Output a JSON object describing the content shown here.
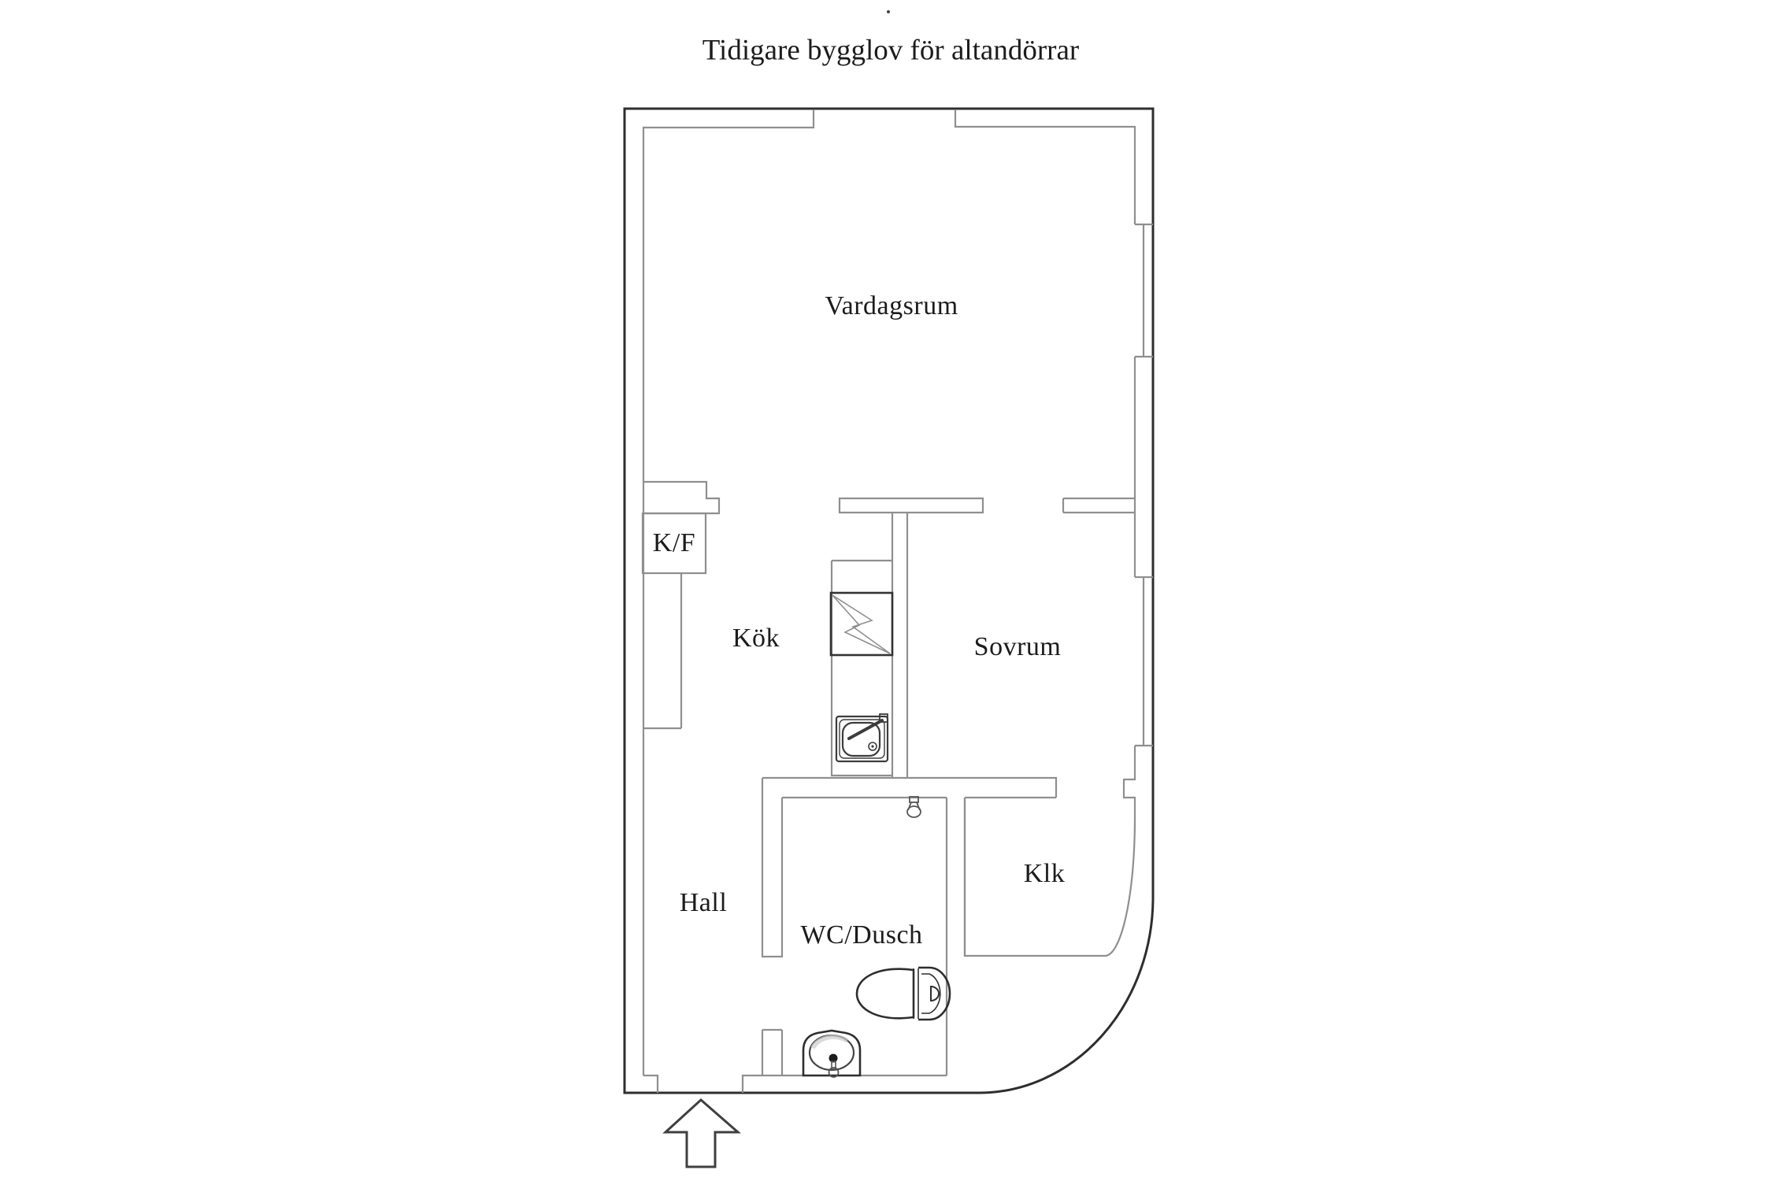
{
  "title": "Tidigare bygglov för altandörrar",
  "plan": {
    "rooms": {
      "vardagsrum": {
        "label": "Vardagsrum"
      },
      "kok": {
        "label": "Kök"
      },
      "sovrum": {
        "label": "Sovrum"
      },
      "hall": {
        "label": "Hall"
      },
      "wc_dusch": {
        "label": "WC/Dusch"
      },
      "klk": {
        "label": "Klk"
      },
      "kf": {
        "label": "K/F"
      }
    },
    "fixtures": [
      "stove-icon",
      "kitchen-sink-icon",
      "toilet-icon",
      "washbasin-icon",
      "ceiling-lamp-icon",
      "entry-arrow-icon",
      "window-symbol",
      "balcony-door-opening"
    ],
    "colors": {
      "background": "#ffffff",
      "wall_outer": "#2e2e2e",
      "wall_inner": "#8f8f8f",
      "fixture": "#3c3c3c",
      "text": "#1c1c1c"
    }
  }
}
